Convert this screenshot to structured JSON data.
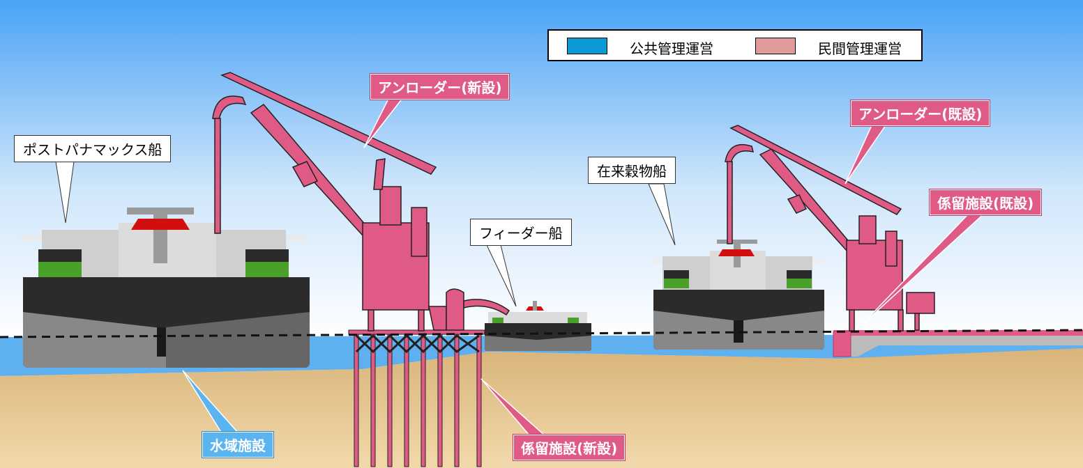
{
  "legend": {
    "public": {
      "label": "公共管理運営",
      "color": "#0a9bd6"
    },
    "private": {
      "label": "民間管理運営",
      "color": "#e09a9a"
    }
  },
  "labels": {
    "post_panamax": "ポストパナマックス船",
    "unloader_new": "アンローダー(新設)",
    "unloader_existing": "アンローダー(既設)",
    "conventional_grain": "在来穀物船",
    "feeder": "フィーダー船",
    "mooring_existing": "係留施設(既設)",
    "water_area": "水域施設",
    "mooring_new": "係留施設(新設)"
  },
  "colors": {
    "sky_top": "#5aa9f5",
    "sky_bottom": "#ffffff",
    "water": "#62b3f0",
    "seabed": "#e2bf8a",
    "crane": "#e05a86",
    "hull": "#2b2b2b",
    "hull_under": "#777777"
  }
}
